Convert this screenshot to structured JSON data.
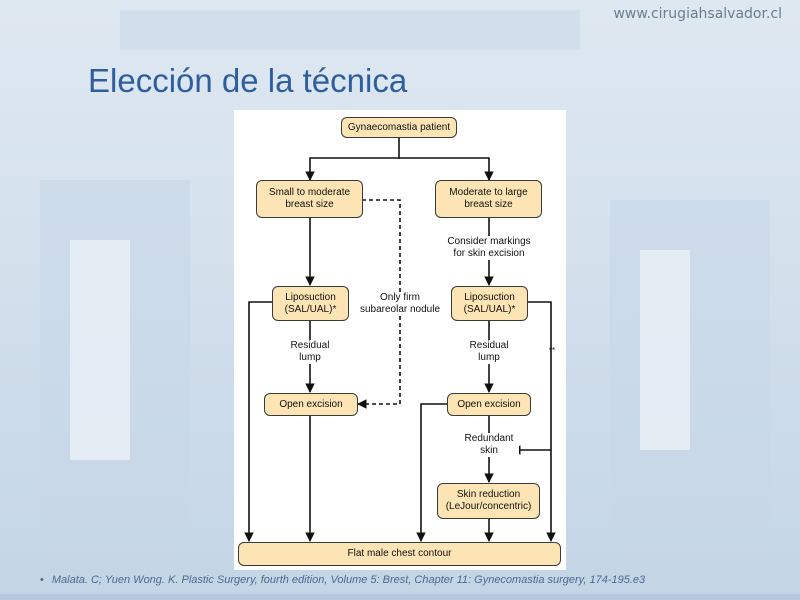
{
  "slide": {
    "url": "www.cirugiahsalvador.cl",
    "title": "Elección de la técnica",
    "footer": "Malata. C; Yuen Wong. K. Plastic Surgery, fourth edition, Volume 5: Brest, Chapter 11: Gynecomastia surgery, 174-195.e3",
    "bullet": "•"
  },
  "flowchart": {
    "nodes": {
      "patient": "Gynaecomastia patient",
      "small": "Small to moderate\nbreast size",
      "large": "Moderate to large\nbreast size",
      "lipo_left": "Liposuction\n(SAL/UAL)*",
      "lipo_right": "Liposuction\n(SAL/UAL)*",
      "excision_left": "Open excision",
      "excision_right": "Open excision",
      "skin_reduction": "Skin reduction\n(LeJour/concentric)",
      "flat": "Flat male chest contour"
    },
    "labels": {
      "consider": "Consider markings\nfor skin excision",
      "only_firm": "Only firm\nsubareolar nodule",
      "residual_left": "Residual\nlump",
      "residual_right": "Residual\nlump",
      "redundant": "Redundant\nskin",
      "double_star": "**"
    }
  }
}
